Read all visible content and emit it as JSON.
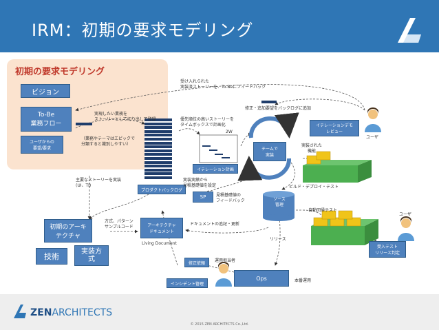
{
  "header": {
    "title": "IRM：初期の要求モデリング"
  },
  "section_title": "初期の要求モデリング",
  "boxes": {
    "vision": "ビジョン",
    "tobe_line1": "To-Be",
    "tobe_line2": "業務フロー",
    "user_req_line1": "ユーザからの",
    "user_req_line2": "要望/要求",
    "arch_line1": "初期のアーキ",
    "arch_line2": "テクチャ",
    "tech": "技術",
    "impl_line1": "実装方",
    "impl_line2": "式",
    "arch_doc_line1": "アーキテクチャ",
    "arch_doc_line2": "ドキュメント",
    "sp": "SP",
    "team_line1": "チームで",
    "team_line2": "実装",
    "iter_demo_line1": "イテレーションデモ",
    "iter_demo_line2": "レビュー",
    "iter_plan": "イテレーション計画",
    "product_backlog": "プロダクトバックログ",
    "source_line1": "ソース",
    "source_line2": "管理",
    "ops": "Ops",
    "fix_request": "修正依頼",
    "incident": "インシデント管理",
    "acceptance_line1": "受入テスト",
    "acceptance_line2": "リリース判定",
    "living_doc": "Living Document"
  },
  "labels": {
    "accepted_line1": "受け入れられた",
    "accepted_line2": "実装済ストーリーを、To-Beにフィードバック",
    "fix_add": "修正・追加要望をバックログに追加",
    "business_line1": "実現したい業務を",
    "business_line2": "ストーリーとして切り出して登録",
    "epic_line1": "（業務やテーマはエピックで",
    "epic_line2": "分類すると識別しやすい）",
    "priority_line1": "優先順位の高いストーリーを",
    "priority_line2": "タイムボックスで計画化",
    "two_w": "2W",
    "implemented_line1": "実装された",
    "implemented_line2": "機能",
    "main_stories_line1": "主要なストーリーを実装",
    "main_stories_line2": "(UI、TI)",
    "velocity_line1": "実装実績から",
    "velocity_line2": "見積基礎値を設定",
    "feedback_line1": "見積基礎値の",
    "feedback_line2": "フィードバック",
    "build": "ビルド・デプロイ・テスト",
    "auto_test": "自動回帰テスト",
    "method_line1": "方式、パターン",
    "method_line2": "サンプルコード",
    "doc_update": "ドキュメントの追記・更新",
    "release": "リリース",
    "ops_staff": "運用担当者",
    "production": "本番運用",
    "user_top": "ユーザ",
    "user_right": "ユーザ"
  },
  "footer": {
    "brand_zen": "ZEN",
    "brand_arch": "ARCHITECTS",
    "copyright": "© 2015 ZEN ARCHITECTS Co.,Ltd."
  },
  "colors": {
    "header": "#2f76b5",
    "box": "#4f81bd",
    "peach": "#fbe3cf",
    "section_title": "#c0392b",
    "cube_yellow": "#f0c419",
    "cube_green": "#4caf50"
  }
}
